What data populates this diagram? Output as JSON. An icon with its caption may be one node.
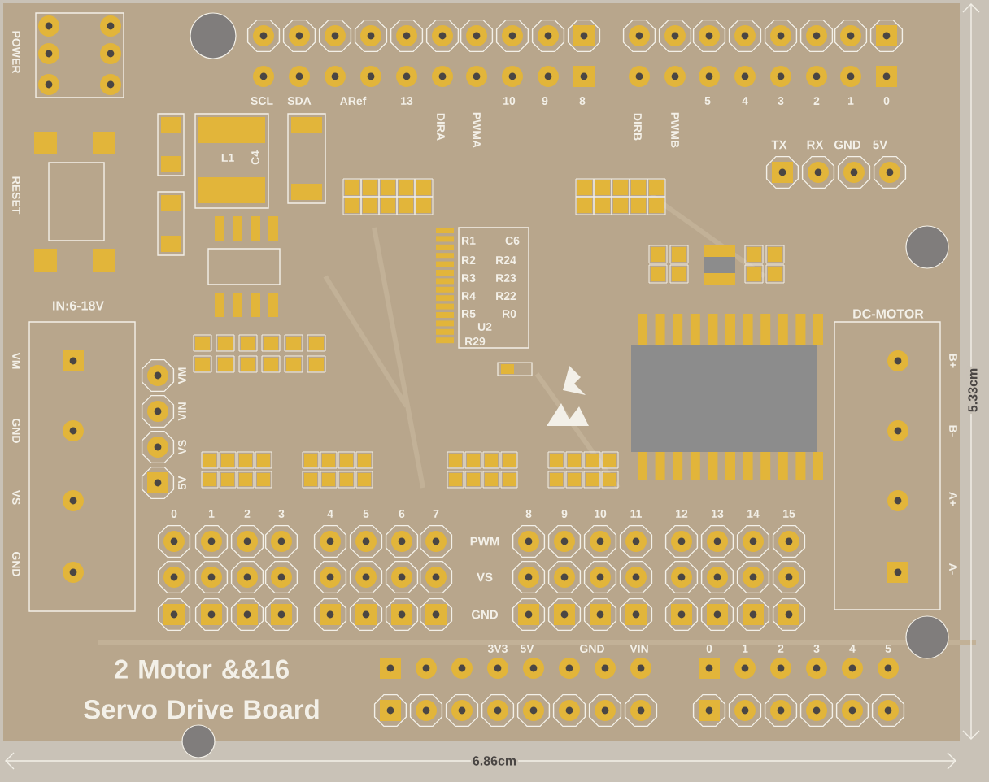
{
  "diagram": {
    "labels": [
      "POWER",
      "RESET",
      "SCL",
      "SDA",
      "ARef",
      "13",
      "DIRA",
      "PWMA",
      "10",
      "9",
      "8",
      "DIRB",
      "PWMB",
      "5",
      "4",
      "3",
      "2",
      "1",
      "0",
      "L1",
      "C4",
      "R1",
      "C6",
      "R2",
      "R24",
      "R3",
      "R23",
      "R4",
      "R22",
      "R5",
      "R0",
      "U2",
      "R29",
      "TX",
      "RX",
      "GND",
      "5V",
      "IN:6-18V",
      "DC-MOTOR",
      "VM",
      "GND",
      "VS",
      "GND",
      "VM",
      "VIN",
      "VS",
      "5V",
      "B+",
      "B-",
      "A+",
      "A-",
      "0",
      "1",
      "2",
      "3",
      "4",
      "5",
      "6",
      "7",
      "8",
      "9",
      "10",
      "11",
      "12",
      "13",
      "14",
      "15",
      "PWM",
      "VS",
      "GND",
      "3V3",
      "5V",
      "GND",
      "VIN",
      "0",
      "1",
      "2",
      "3",
      "4",
      "5",
      "2 Motor &&16 Servo Drive Board",
      "5.33cm",
      "6.86cm"
    ]
  }
}
